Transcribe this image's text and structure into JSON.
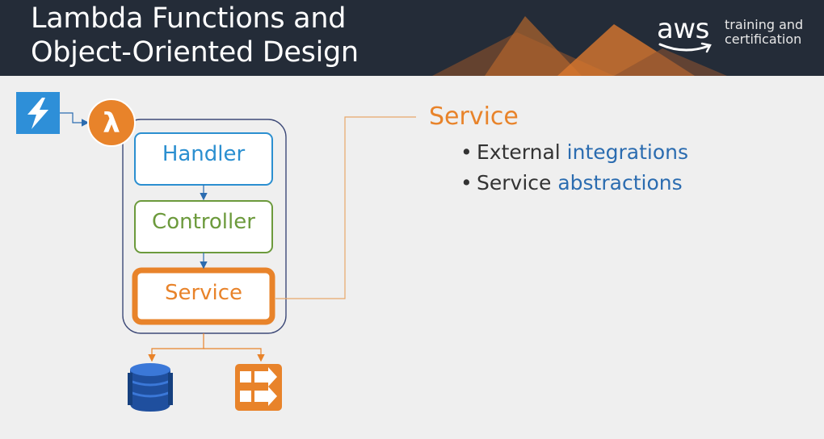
{
  "slide": {
    "title_line1": "Lambda Functions and",
    "title_line2": "Object-Oriented Design"
  },
  "brand": {
    "word": "aws",
    "sub_line1": "training and",
    "sub_line2": "certification"
  },
  "diagram": {
    "boxes": {
      "handler": "Handler",
      "controller": "Controller",
      "service": "Service"
    },
    "icons": [
      "lightning-trigger-icon",
      "lambda-icon",
      "dynamodb-icon",
      "step-functions-icon"
    ]
  },
  "panel": {
    "title": "Service",
    "bullets": [
      {
        "plain": "External ",
        "highlight": "integrations"
      },
      {
        "plain": "Service ",
        "highlight": "abstractions"
      }
    ]
  },
  "colors": {
    "header_bg": "#242c38",
    "accent_orange": "#e8832a",
    "handler_blue": "#2b8fd0",
    "controller_green": "#6c9a3c",
    "highlight_blue": "#2b6cb0"
  }
}
